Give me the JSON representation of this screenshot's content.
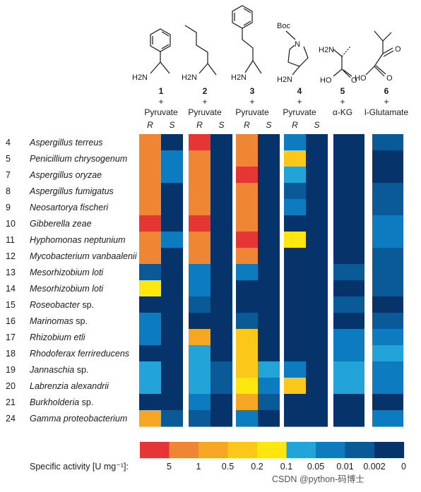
{
  "chart_data": {
    "type": "heatmap",
    "structures": [
      {
        "id": "1",
        "top_label": "",
        "amine_label": "H2N",
        "line1": "+",
        "line2": "Pyruvate"
      },
      {
        "id": "2",
        "top_label": "",
        "amine_label": "H2N",
        "line1": "+",
        "line2": "Pyruvate"
      },
      {
        "id": "3",
        "top_label": "",
        "amine_label": "H2N",
        "line1": "+",
        "line2": "Pyruvate"
      },
      {
        "id": "4",
        "top_label": "Boc",
        "ring_label": "N",
        "amine_label": "H2N",
        "line1": "+",
        "line2": "Pyruvate"
      },
      {
        "id": "5",
        "top_label": "H2N",
        "amine_label": "HO",
        "oxo_label": "O",
        "line1": "+",
        "line2": "α-KG"
      },
      {
        "id": "6",
        "top_label": "O",
        "amine_label": "HO",
        "oxo_label": "O",
        "line1": "+",
        "line2": "l-Glutamate"
      }
    ],
    "columns": [
      {
        "structure": 1,
        "sub": "R"
      },
      {
        "structure": 1,
        "sub": "S"
      },
      {
        "structure": 2,
        "sub": "R"
      },
      {
        "structure": 2,
        "sub": "S"
      },
      {
        "structure": 3,
        "sub": "R"
      },
      {
        "structure": 3,
        "sub": "S"
      },
      {
        "structure": 4,
        "sub": "R"
      },
      {
        "structure": 4,
        "sub": "S"
      },
      {
        "structure": 5,
        "sub": ""
      },
      {
        "structure": 6,
        "sub": ""
      }
    ],
    "rows": [
      {
        "num": "4",
        "name": "Aspergillus terreus",
        "suffix": ""
      },
      {
        "num": "5",
        "name": "Penicillium chrysogenum",
        "suffix": ""
      },
      {
        "num": "7",
        "name": "Aspergillus oryzae",
        "suffix": ""
      },
      {
        "num": "8",
        "name": "Aspergillus fumigatus",
        "suffix": ""
      },
      {
        "num": "9",
        "name": "Neosartorya fischeri",
        "suffix": ""
      },
      {
        "num": "10",
        "name": "Gibberella zeae",
        "suffix": ""
      },
      {
        "num": "11",
        "name": "Hyphomonas neptunium",
        "suffix": ""
      },
      {
        "num": "12",
        "name": "Mycobacterium vanbaalenii",
        "suffix": ""
      },
      {
        "num": "13",
        "name": "Mesorhizobium loti",
        "suffix": ""
      },
      {
        "num": "14",
        "name": "Mesorhizobium loti",
        "suffix": ""
      },
      {
        "num": "15",
        "name": "Roseobacter",
        "suffix": " sp."
      },
      {
        "num": "16",
        "name": "Marinomas",
        "suffix": " sp."
      },
      {
        "num": "17",
        "name": "Rhizobium etli",
        "suffix": ""
      },
      {
        "num": "18",
        "name": "Rhodoferax ferrireducens",
        "suffix": ""
      },
      {
        "num": "19",
        "name": "Jannaschia",
        "suffix": " sp."
      },
      {
        "num": "20",
        "name": "Labrenzia alexandrii",
        "suffix": ""
      },
      {
        "num": "21",
        "name": "Burkholderia",
        "suffix": " sp."
      },
      {
        "num": "24",
        "name": "Gamma proteobacterium",
        "suffix": ""
      }
    ],
    "levels": [
      {
        "label": "5",
        "color": "#e53534"
      },
      {
        "label": "1",
        "color": "#ef8633"
      },
      {
        "label": "0.5",
        "color": "#f5a623"
      },
      {
        "label": "0.2",
        "color": "#fbc81a"
      },
      {
        "label": "0.1",
        "color": "#fde70f"
      },
      {
        "label": "0.05",
        "color": "#22a4d8"
      },
      {
        "label": "0.01",
        "color": "#0c7bc0"
      },
      {
        "label": "0.002",
        "color": "#0b5a98"
      },
      {
        "label": "0",
        "color": "#06346a"
      }
    ],
    "values": [
      [
        1,
        8,
        0,
        8,
        1,
        8,
        6,
        8,
        8,
        7
      ],
      [
        1,
        6,
        1,
        8,
        1,
        8,
        3,
        8,
        8,
        8
      ],
      [
        1,
        6,
        1,
        8,
        0,
        8,
        5,
        8,
        8,
        8
      ],
      [
        1,
        8,
        1,
        8,
        1,
        8,
        7,
        8,
        8,
        7
      ],
      [
        1,
        8,
        1,
        8,
        1,
        8,
        6,
        8,
        8,
        7
      ],
      [
        0,
        8,
        0,
        8,
        1,
        8,
        8,
        8,
        8,
        6
      ],
      [
        1,
        6,
        1,
        8,
        0,
        8,
        4,
        8,
        8,
        6
      ],
      [
        1,
        8,
        1,
        8,
        1,
        8,
        8,
        8,
        8,
        7
      ],
      [
        7,
        8,
        6,
        8,
        6,
        8,
        8,
        8,
        7,
        7
      ],
      [
        4,
        8,
        6,
        8,
        8,
        8,
        8,
        8,
        8,
        7
      ],
      [
        8,
        8,
        7,
        8,
        8,
        8,
        8,
        8,
        7,
        8
      ],
      [
        6,
        8,
        8,
        8,
        7,
        8,
        8,
        8,
        8,
        7
      ],
      [
        6,
        8,
        2,
        8,
        3,
        8,
        8,
        8,
        6,
        6
      ],
      [
        8,
        8,
        5,
        8,
        3,
        8,
        8,
        8,
        6,
        5
      ],
      [
        5,
        8,
        5,
        7,
        3,
        5,
        6,
        8,
        5,
        6
      ],
      [
        5,
        8,
        5,
        7,
        4,
        6,
        3,
        8,
        5,
        6
      ],
      [
        8,
        8,
        6,
        8,
        2,
        7,
        8,
        8,
        8,
        8
      ],
      [
        2,
        7,
        7,
        8,
        6,
        8,
        8,
        8,
        8,
        6
      ]
    ],
    "legend_label": "Specific activity [U mg⁻¹]:",
    "legend_placement": "bottom"
  },
  "watermark": "CSDN @python-码博士"
}
